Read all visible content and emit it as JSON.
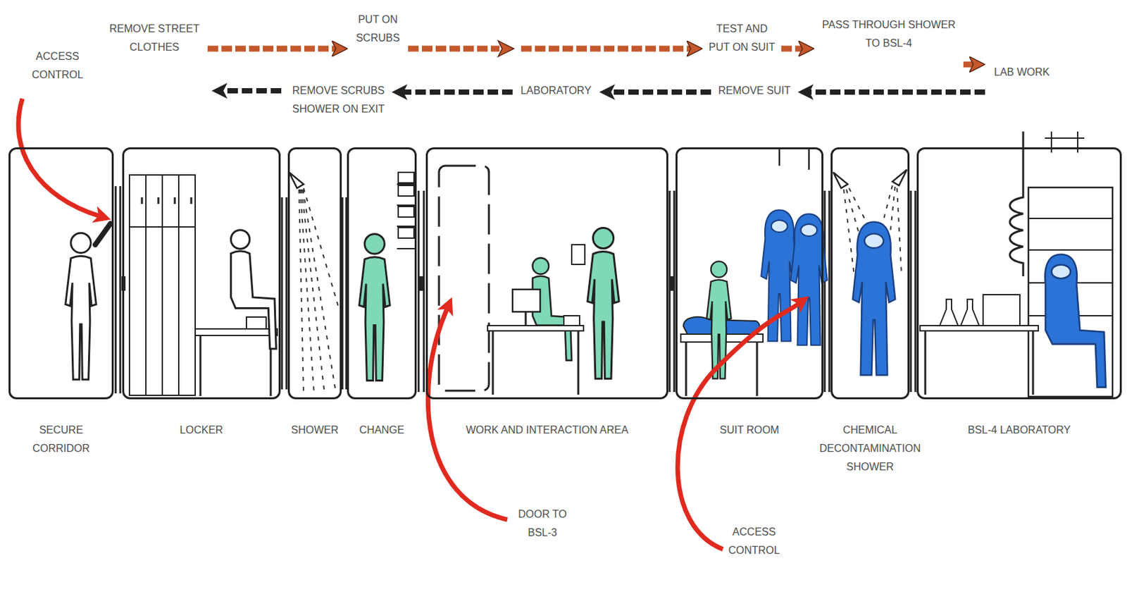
{
  "diagram": {
    "nodes": [
      {
        "text": [
          "REMOVE STREET CLOTHES"
        ]
      },
      {
        "text": [
          "PUT ON SCRUBS"
        ]
      },
      {
        "text": [
          "TEST AND PUT ON SUIT"
        ]
      },
      {
        "text": [
          "PASS THROUGH SHOWER TO BSL-4"
        ]
      },
      {
        "text": [
          "LAB WORK"
        ]
      },
      {
        "text": [
          "REMOVE SCRUBS SHOWER ON EXIT"
        ]
      },
      {
        "text": [
          "LABORATORY"
        ]
      },
      {
        "text": [
          "REMOVE SUIT"
        ]
      },
      {
        "text": [
          "SECURE CORRIDOR"
        ]
      },
      {
        "text": [
          "LOCKER"
        ]
      },
      {
        "text": [
          "SHOWER"
        ]
      },
      {
        "text": [
          "CHANGE"
        ]
      },
      {
        "text": [
          "WORK AND INTERACTION AREA"
        ]
      },
      {
        "text": [
          "SUIT ROOM"
        ]
      },
      {
        "text": [
          "CHEMICAL DECONTAMINATION SHOWER"
        ]
      },
      {
        "text": [
          "BSL-4 LABORATORY"
        ]
      }
    ],
    "edges": [
      {
        "from": 0,
        "to": 1,
        "arrow": "to"
      },
      {
        "from": 1,
        "to": 2,
        "arrow": "to"
      },
      {
        "from": 2,
        "to": 3,
        "arrow": "to"
      },
      {
        "from": 3,
        "to": 4,
        "arrow": "to"
      },
      {
        "from": 4,
        "to": 7,
        "arrow": "to"
      },
      {
        "from": 7,
        "to": 6,
        "arrow": "to"
      },
      {
        "from": 6,
        "to": 5,
        "arrow": "to"
      }
    ],
    "labels": [
      "ACCESS CONTROL",
      "DOOR TO BSL-3",
      "ACCESS CONTROL"
    ]
  }
}
